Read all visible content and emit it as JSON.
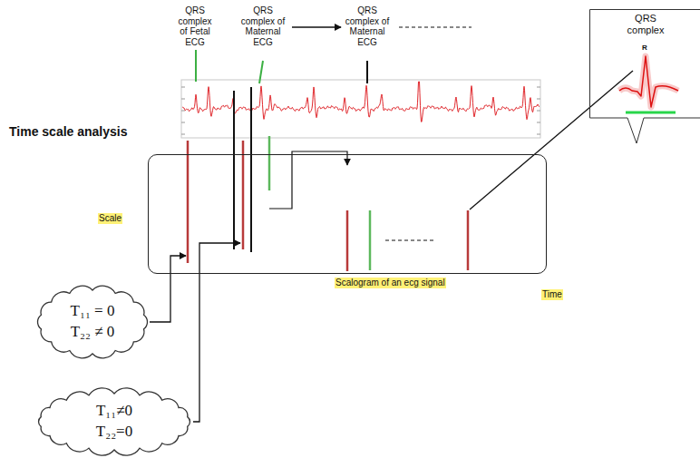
{
  "diagram": {
    "nodes": [
      {
        "text": [
          "QRS complex",
          "R"
        ]
      },
      {
        "text": [
          "Scalogram of an ecg signal"
        ]
      },
      {
        "text": [
          "T₁₁ = 0",
          "T₂₂ ≠ 0"
        ]
      },
      {
        "text": [
          "T₁₁≠0",
          "T₂₂=0"
        ]
      }
    ],
    "edges": [
      {
        "from": 2,
        "to": 1,
        "arrow": "to"
      },
      {
        "from": 3,
        "to": 1,
        "arrow": "to"
      },
      {
        "from": 1,
        "to": 0,
        "arrow": "none"
      }
    ],
    "labels": [
      "QRS complex of Fetal ECG",
      "QRS complex of Maternal ECG",
      "QRS complex of Maternal ECG",
      "Time scale analysis",
      "Scale",
      "Time"
    ]
  }
}
